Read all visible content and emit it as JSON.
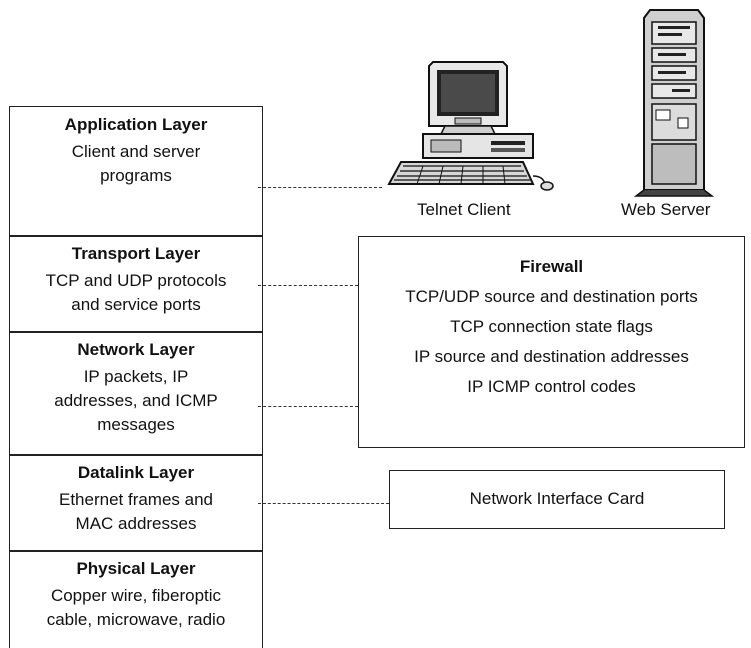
{
  "layers": [
    {
      "name": "Application Layer",
      "lines": [
        "Client and server",
        "programs"
      ]
    },
    {
      "name": "Transport Layer",
      "lines": [
        "TCP and UDP protocols",
        "and service ports"
      ]
    },
    {
      "name": "Network Layer",
      "lines": [
        "IP packets, IP",
        "addresses, and ICMP",
        "messages"
      ]
    },
    {
      "name": "Datalink Layer",
      "lines": [
        "Ethernet frames and",
        "MAC addresses"
      ]
    },
    {
      "name": "Physical Layer",
      "lines": [
        "Copper wire, fiberoptic",
        "cable, microwave, radio"
      ]
    }
  ],
  "devices": {
    "telnet_client": "Telnet Client",
    "web_server": "Web Server"
  },
  "firewall": {
    "title": "Firewall",
    "items": [
      "TCP/UDP source and destination ports",
      "TCP connection state flags",
      "IP source and destination addresses",
      "IP ICMP control codes"
    ]
  },
  "nic": {
    "label": "Network Interface Card"
  }
}
